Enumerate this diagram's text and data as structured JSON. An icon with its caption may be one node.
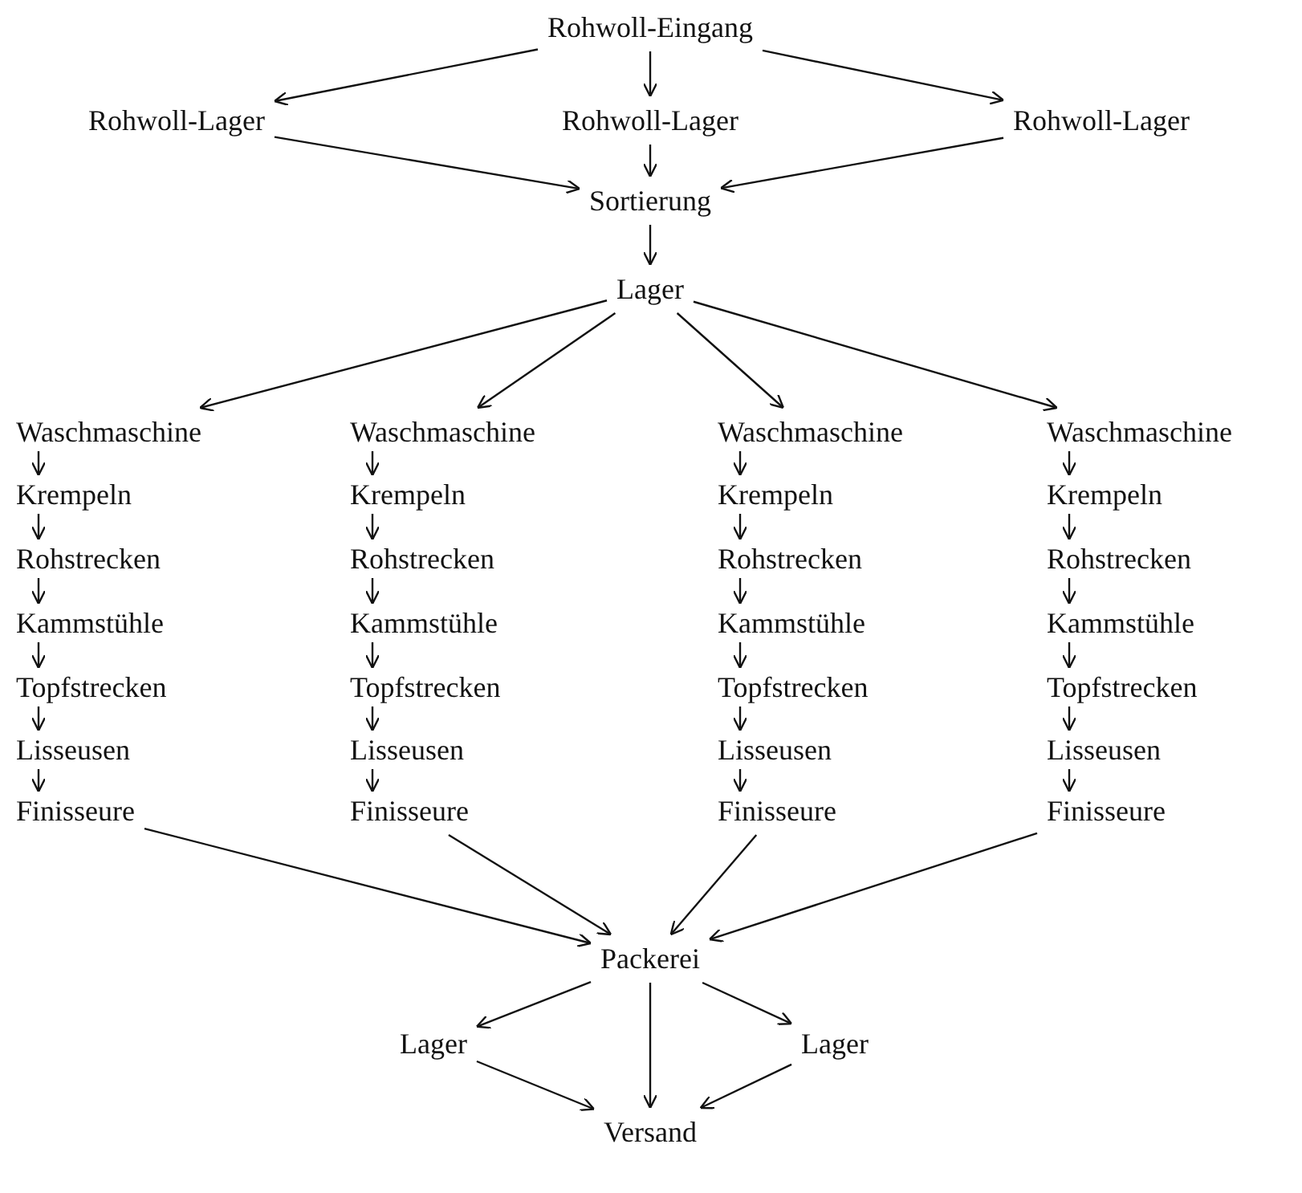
{
  "diagram": {
    "nodes": [
      {
        "text": [
          "Rohwoll-Eingang"
        ]
      },
      {
        "text": [
          "Rohwoll-Lager"
        ]
      },
      {
        "text": [
          "Rohwoll-Lager"
        ]
      },
      {
        "text": [
          "Rohwoll-Lager"
        ]
      },
      {
        "text": [
          "Sortierung"
        ]
      },
      {
        "text": [
          "Lager"
        ]
      },
      {
        "text": [
          "Waschmaschine"
        ]
      },
      {
        "text": [
          "Krempeln"
        ]
      },
      {
        "text": [
          "Rohstrecken"
        ]
      },
      {
        "text": [
          "Kammstühle"
        ]
      },
      {
        "text": [
          "Topfstrecken"
        ]
      },
      {
        "text": [
          "Lisseusen"
        ]
      },
      {
        "text": [
          "Finisseure"
        ]
      },
      {
        "text": [
          "Waschmaschine"
        ]
      },
      {
        "text": [
          "Krempeln"
        ]
      },
      {
        "text": [
          "Rohstrecken"
        ]
      },
      {
        "text": [
          "Kammstühle"
        ]
      },
      {
        "text": [
          "Topfstrecken"
        ]
      },
      {
        "text": [
          "Lisseusen"
        ]
      },
      {
        "text": [
          "Finisseure"
        ]
      },
      {
        "text": [
          "Waschmaschine"
        ]
      },
      {
        "text": [
          "Krempeln"
        ]
      },
      {
        "text": [
          "Rohstrecken"
        ]
      },
      {
        "text": [
          "Kammstühle"
        ]
      },
      {
        "text": [
          "Topfstrecken"
        ]
      },
      {
        "text": [
          "Lisseusen"
        ]
      },
      {
        "text": [
          "Finisseure"
        ]
      },
      {
        "text": [
          "Waschmaschine"
        ]
      },
      {
        "text": [
          "Krempeln"
        ]
      },
      {
        "text": [
          "Rohstrecken"
        ]
      },
      {
        "text": [
          "Kammstühle"
        ]
      },
      {
        "text": [
          "Topfstrecken"
        ]
      },
      {
        "text": [
          "Lisseusen"
        ]
      },
      {
        "text": [
          "Finisseure"
        ]
      },
      {
        "text": [
          "Packerei"
        ]
      },
      {
        "text": [
          "Lager"
        ]
      },
      {
        "text": [
          "Lager"
        ]
      },
      {
        "text": [
          "Versand"
        ]
      }
    ],
    "edges": [
      {
        "from": 0,
        "to": 1,
        "arrow": "to"
      },
      {
        "from": 0,
        "to": 2,
        "arrow": "to"
      },
      {
        "from": 0,
        "to": 3,
        "arrow": "to"
      },
      {
        "from": 1,
        "to": 4,
        "arrow": "to"
      },
      {
        "from": 2,
        "to": 4,
        "arrow": "to"
      },
      {
        "from": 3,
        "to": 4,
        "arrow": "to"
      },
      {
        "from": 4,
        "to": 5,
        "arrow": "to"
      },
      {
        "from": 5,
        "to": 6,
        "arrow": "to"
      },
      {
        "from": 5,
        "to": 13,
        "arrow": "to"
      },
      {
        "from": 5,
        "to": 20,
        "arrow": "to"
      },
      {
        "from": 5,
        "to": 27,
        "arrow": "to"
      },
      {
        "from": 6,
        "to": 7,
        "arrow": "to"
      },
      {
        "from": 7,
        "to": 8,
        "arrow": "to"
      },
      {
        "from": 8,
        "to": 9,
        "arrow": "to"
      },
      {
        "from": 9,
        "to": 10,
        "arrow": "to"
      },
      {
        "from": 10,
        "to": 11,
        "arrow": "to"
      },
      {
        "from": 11,
        "to": 12,
        "arrow": "to"
      },
      {
        "from": 13,
        "to": 14,
        "arrow": "to"
      },
      {
        "from": 14,
        "to": 15,
        "arrow": "to"
      },
      {
        "from": 15,
        "to": 16,
        "arrow": "to"
      },
      {
        "from": 16,
        "to": 17,
        "arrow": "to"
      },
      {
        "from": 17,
        "to": 18,
        "arrow": "to"
      },
      {
        "from": 18,
        "to": 19,
        "arrow": "to"
      },
      {
        "from": 20,
        "to": 21,
        "arrow": "to"
      },
      {
        "from": 21,
        "to": 22,
        "arrow": "to"
      },
      {
        "from": 22,
        "to": 23,
        "arrow": "to"
      },
      {
        "from": 23,
        "to": 24,
        "arrow": "to"
      },
      {
        "from": 24,
        "to": 25,
        "arrow": "to"
      },
      {
        "from": 25,
        "to": 26,
        "arrow": "to"
      },
      {
        "from": 27,
        "to": 28,
        "arrow": "to"
      },
      {
        "from": 28,
        "to": 29,
        "arrow": "to"
      },
      {
        "from": 29,
        "to": 30,
        "arrow": "to"
      },
      {
        "from": 30,
        "to": 31,
        "arrow": "to"
      },
      {
        "from": 31,
        "to": 32,
        "arrow": "to"
      },
      {
        "from": 32,
        "to": 33,
        "arrow": "to"
      },
      {
        "from": 12,
        "to": 34,
        "arrow": "to"
      },
      {
        "from": 19,
        "to": 34,
        "arrow": "to"
      },
      {
        "from": 26,
        "to": 34,
        "arrow": "to"
      },
      {
        "from": 33,
        "to": 34,
        "arrow": "to"
      },
      {
        "from": 34,
        "to": 35,
        "arrow": "to"
      },
      {
        "from": 34,
        "to": 36,
        "arrow": "to"
      },
      {
        "from": 34,
        "to": 37,
        "arrow": "to"
      },
      {
        "from": 35,
        "to": 37,
        "arrow": "to"
      },
      {
        "from": 36,
        "to": 37,
        "arrow": "to"
      }
    ]
  }
}
